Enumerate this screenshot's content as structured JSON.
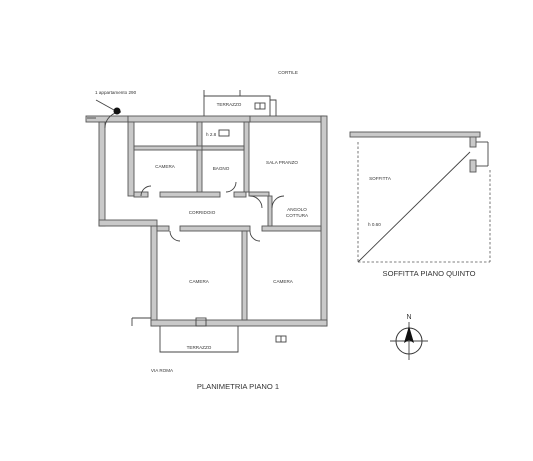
{
  "floor_plan": {
    "title": "PLANIMETRIA PIANO 1",
    "rooms": {
      "camera_top": "CAMERA",
      "bagno": "BAGNO",
      "sala_pranzo": "SALA PRANZO",
      "corridoio": "CORRIDOIO",
      "angolo_cottura": [
        "ANGOLO",
        "COTTURA"
      ],
      "camera_left": "CAMERA",
      "camera_right": "CAMERA",
      "terrazzo_top": "TERRAZZO",
      "terrazzo_bottom": "TERRAZZO"
    },
    "annotations": {
      "appartamento": "1 appartamento 290",
      "cortile": "CORTILE",
      "street": "VIA ROMA",
      "height_near_bagno": "h 2.8"
    }
  },
  "attic_plan": {
    "title": "SOFFITTA PIANO QUINTO",
    "room": "SOFFITTA",
    "height_note": "h 0.60"
  },
  "compass": {
    "label": "N"
  }
}
